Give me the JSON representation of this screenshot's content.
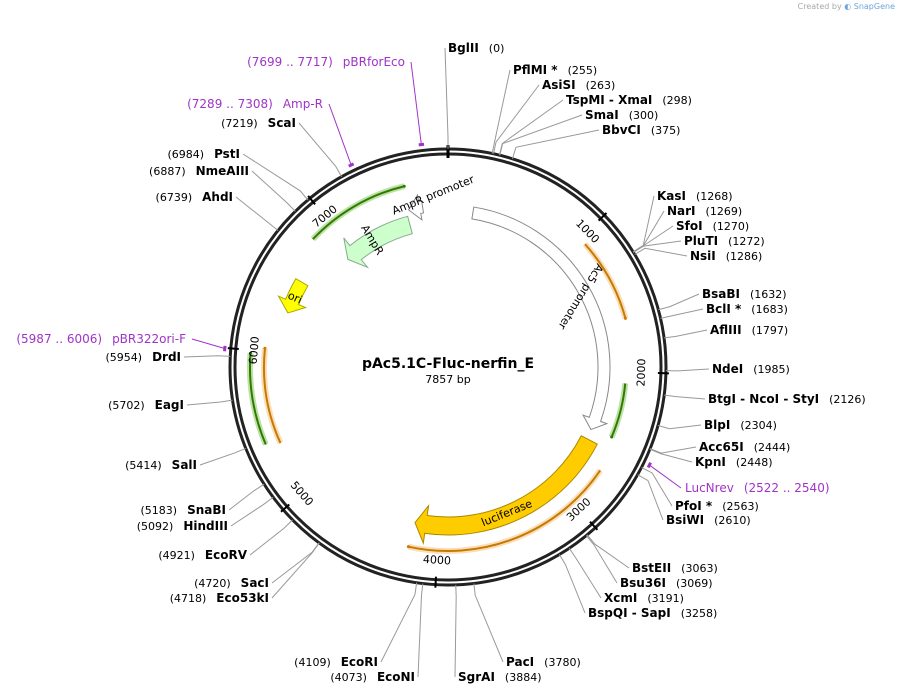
{
  "credit": {
    "prefix": "Created by",
    "brand": "SnapGene"
  },
  "plasmid": {
    "name": "pAc5.1C-Fluc-nerfin_E",
    "length_label": "7857 bp",
    "length": 7857
  },
  "ticks": [
    {
      "label": "1000",
      "pos": 1000
    },
    {
      "label": "2000",
      "pos": 2000
    },
    {
      "label": "3000",
      "pos": 3000
    },
    {
      "label": "4000",
      "pos": 4000
    },
    {
      "label": "5000",
      "pos": 5000
    },
    {
      "label": "6000",
      "pos": 6000
    },
    {
      "label": "7000",
      "pos": 7000
    }
  ],
  "features": [
    {
      "label": "Ac5 promoter",
      "kind": "promoter",
      "start": 200,
      "end": 2480,
      "color": "#ffffff",
      "stroke": "#888888"
    },
    {
      "label": "luciferase",
      "kind": "cds",
      "start": 2560,
      "end": 4190,
      "color": "#ffcc00",
      "stroke": "#aa8800"
    },
    {
      "label": "ori",
      "kind": "origin",
      "start": 6550,
      "end": 6300,
      "color": "#ffff00",
      "stroke": "#aaaa00"
    },
    {
      "label": "AmpR",
      "kind": "cds",
      "start": 7530,
      "end": 6920,
      "color": "#ccffcc",
      "stroke": "#88aa88"
    },
    {
      "label": "AmpR promoter",
      "kind": "promoter",
      "start": 7660,
      "end": 7550,
      "color": "#ffffff",
      "stroke": "#888888"
    }
  ],
  "orfs": [
    {
      "start": 1050,
      "end": 1630,
      "color": "#f0a030"
    },
    {
      "start": 2080,
      "end": 2470,
      "color": "#44aa00"
    },
    {
      "start": 2710,
      "end": 4200,
      "color": "#f0a030"
    },
    {
      "start": 5360,
      "end": 6020,
      "color": "#f0a030"
    },
    {
      "start": 5390,
      "end": 5980,
      "color": "#44aa00"
    },
    {
      "start": 6840,
      "end": 7560,
      "color": "#44aa00"
    }
  ],
  "sites": [
    {
      "name": "BglII",
      "pos": "(0)",
      "side": "r"
    },
    {
      "name": "PflMI *",
      "pos": "(255)",
      "side": "r"
    },
    {
      "name": "AsiSI",
      "pos": "(263)",
      "side": "r"
    },
    {
      "name": "TspMI  -  XmaI",
      "pos": "(298)",
      "side": "r"
    },
    {
      "name": "SmaI",
      "pos": "(300)",
      "side": "r"
    },
    {
      "name": "BbvCI",
      "pos": "(375)",
      "side": "r"
    },
    {
      "name": "KasI",
      "pos": "(1268)",
      "side": "r"
    },
    {
      "name": "NarI",
      "pos": "(1269)",
      "side": "r"
    },
    {
      "name": "SfoI",
      "pos": "(1270)",
      "side": "r"
    },
    {
      "name": "PluTI",
      "pos": "(1272)",
      "side": "r"
    },
    {
      "name": "NsiI",
      "pos": "(1286)",
      "side": "r"
    },
    {
      "name": "BsaBI",
      "pos": "(1632)",
      "side": "r"
    },
    {
      "name": "BclI *",
      "pos": "(1683)",
      "side": "r"
    },
    {
      "name": "AflIII",
      "pos": "(1797)",
      "side": "r"
    },
    {
      "name": "NdeI",
      "pos": "(1985)",
      "side": "r"
    },
    {
      "name": "BtgI  -  NcoI  -  StyI",
      "pos": "(2126)",
      "side": "r"
    },
    {
      "name": "BlpI",
      "pos": "(2304)",
      "side": "r"
    },
    {
      "name": "Acc65I",
      "pos": "(2444)",
      "side": "r"
    },
    {
      "name": "KpnI",
      "pos": "(2448)",
      "side": "r"
    },
    {
      "name": "PfoI *",
      "pos": "(2563)",
      "side": "r"
    },
    {
      "name": "BsiWI",
      "pos": "(2610)",
      "side": "r"
    },
    {
      "name": "BstEII",
      "pos": "(3063)",
      "side": "r"
    },
    {
      "name": "Bsu36I",
      "pos": "(3069)",
      "side": "r"
    },
    {
      "name": "XcmI",
      "pos": "(3191)",
      "side": "r"
    },
    {
      "name": "BspQI  -  SapI",
      "pos": "(3258)",
      "side": "r"
    },
    {
      "name": "PacI",
      "pos": "(3780)",
      "side": "r"
    },
    {
      "name": "SgrAI",
      "pos": "(3884)",
      "side": "r"
    },
    {
      "name": "EcoNI",
      "pos": "(4073)",
      "side": "l"
    },
    {
      "name": "EcoRI",
      "pos": "(4109)",
      "side": "l"
    },
    {
      "name": "Eco53kI",
      "pos": "(4718)",
      "side": "l"
    },
    {
      "name": "SacI",
      "pos": "(4720)",
      "side": "l"
    },
    {
      "name": "EcoRV",
      "pos": "(4921)",
      "side": "l"
    },
    {
      "name": "HindIII",
      "pos": "(5092)",
      "side": "l"
    },
    {
      "name": "SnaBI",
      "pos": "(5183)",
      "side": "l"
    },
    {
      "name": "SalI",
      "pos": "(5414)",
      "side": "l"
    },
    {
      "name": "EagI",
      "pos": "(5702)",
      "side": "l"
    },
    {
      "name": "DrdI",
      "pos": "(5954)",
      "side": "l"
    },
    {
      "name": "AhdI",
      "pos": "(6739)",
      "side": "l"
    },
    {
      "name": "NmeAIII",
      "pos": "(6887)",
      "side": "l"
    },
    {
      "name": "PstI",
      "pos": "(6984)",
      "side": "l"
    },
    {
      "name": "ScaI",
      "pos": "(7219)",
      "side": "l"
    }
  ],
  "primers": [
    {
      "name": "pBRforEco",
      "range": "(7699 .. 7717)",
      "side": "l"
    },
    {
      "name": "Amp-R",
      "range": "(7289 .. 7308)",
      "side": "l"
    },
    {
      "name": "pBR322ori-F",
      "range": "(5987 .. 6006)",
      "side": "l"
    },
    {
      "name": "LucNrev",
      "range": "(2522 .. 2540)",
      "side": "r"
    }
  ]
}
